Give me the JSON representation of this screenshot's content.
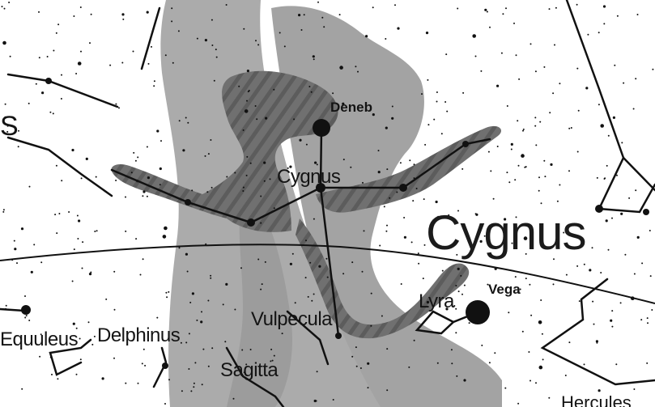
{
  "map": {
    "title": "Cygnus",
    "stars": {
      "deneb": "Deneb",
      "vega": "Vega"
    },
    "constellations": {
      "cygnus": "Cygnus",
      "vulpecula": "Vulpecula",
      "lyra": "Lyra",
      "delphinus": "Delphinus",
      "equuleus": "Equuleus",
      "sagitta": "Sagitta",
      "hercules_partial": "Hercules",
      "left_edge_partial": "S"
    },
    "colors": {
      "background": "#ffffff",
      "milky_way": "#a9a9a9",
      "swan_figure": "#6f6f6f",
      "lines": "#111111"
    }
  }
}
